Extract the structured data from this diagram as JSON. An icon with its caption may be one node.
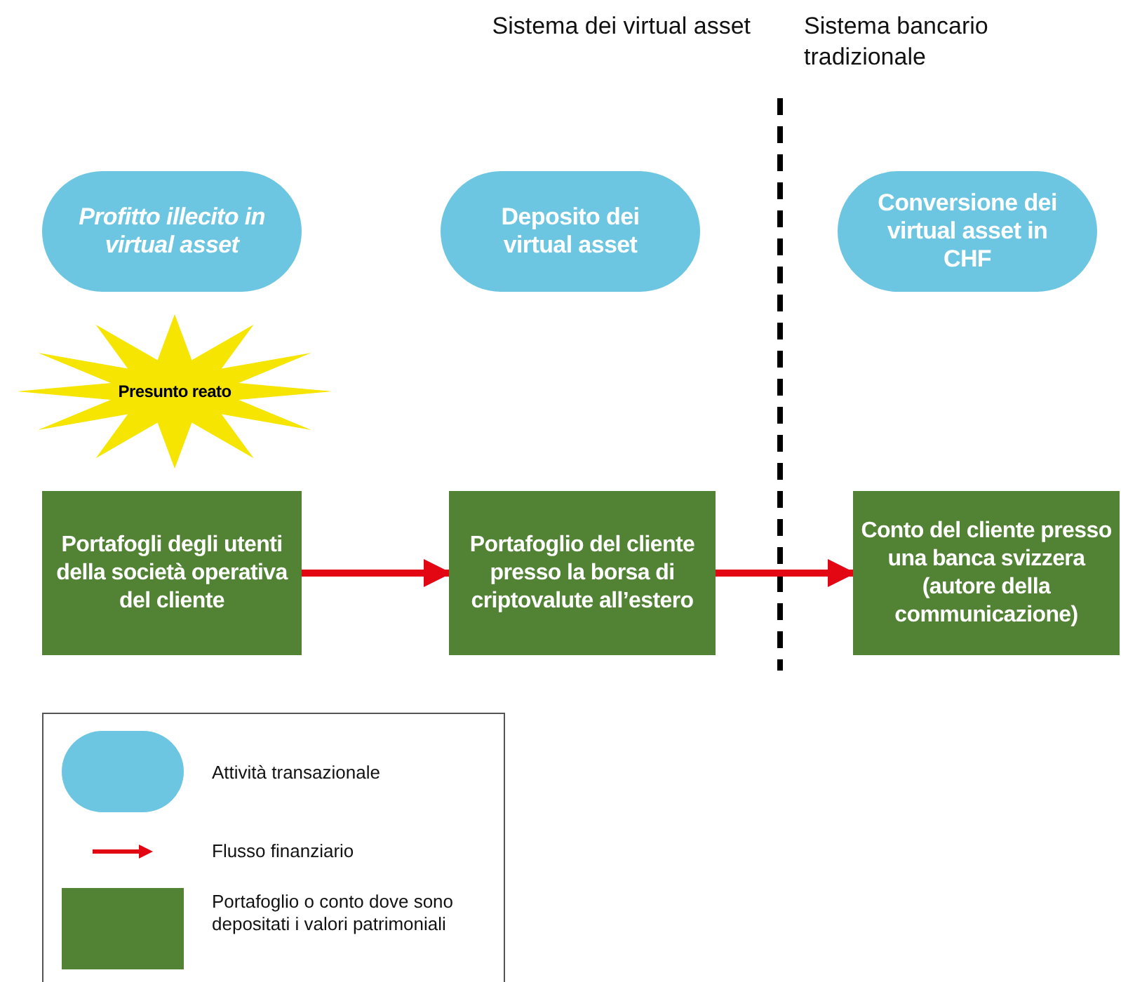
{
  "diagram": {
    "nodes": [
      {
        "text": [
          "Profitto illecito in virtual asset"
        ]
      },
      {
        "text": [
          "Deposito dei virtual asset"
        ]
      },
      {
        "text": [
          "Conversione dei virtual asset in CHF"
        ]
      },
      {
        "text": [
          "Presunto reato"
        ]
      },
      {
        "text": [
          "Portafogli degli utenti della società operativa del cliente"
        ]
      },
      {
        "text": [
          "Portafoglio del cliente presso la borsa di criptovalute all’estero"
        ]
      },
      {
        "text": [
          "Conto del cliente presso una banca svizzera (autore della communicazione)"
        ]
      }
    ],
    "edges": [
      {
        "from": 4,
        "to": 5,
        "arrow": "to"
      },
      {
        "from": 5,
        "to": 6,
        "arrow": "to"
      }
    ],
    "labels": [
      "Sistema dei virtual asset",
      "Sistema bancario tradizionale"
    ],
    "legend": [
      {
        "text": "Attività transazionale",
        "color": "#6cc6e1"
      },
      {
        "text": "Flusso finanziario"
      },
      {
        "text": "Portafoglio o conto dove sono depositati i valori patrimoniali",
        "color": "#528234"
      }
    ]
  }
}
